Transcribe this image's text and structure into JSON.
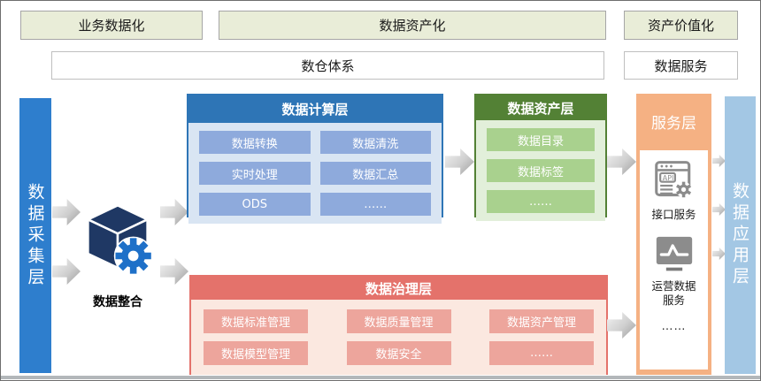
{
  "top_bar": {
    "stages": [
      {
        "label": "业务数据化"
      },
      {
        "label": "数据资产化"
      },
      {
        "label": "资产价值化"
      }
    ],
    "systems": [
      {
        "label": "数仓体系"
      },
      {
        "label": "数据服务"
      }
    ]
  },
  "left_bar": {
    "label": "数据采集层"
  },
  "right_bar": {
    "label": "数据应用层"
  },
  "integration": {
    "icon": "cube-gear-icon",
    "label": "数据整合"
  },
  "compute_layer": {
    "title": "数据计算层",
    "items": [
      "数据转换",
      "数据清洗",
      "实时处理",
      "数据汇总",
      "ODS",
      "……"
    ]
  },
  "asset_layer": {
    "title": "数据资产层",
    "items": [
      "数据目录",
      "数据标签",
      "……"
    ]
  },
  "governance_layer": {
    "title": "数据治理层",
    "items": [
      "数据标准管理",
      "数据质量管理",
      "数据资产管理",
      "数据模型管理",
      "数据安全",
      "……"
    ]
  },
  "service_layer": {
    "title": "服务层",
    "items": [
      {
        "icon": "api-browser-icon",
        "label": "接口服务"
      },
      {
        "icon": "monitor-chart-icon",
        "label": "运营数据服务"
      },
      {
        "icon": "",
        "label": "……"
      }
    ]
  },
  "colors": {
    "stage_green": "#E9EDD8",
    "bar_blue": "#2E7ECD",
    "bar_light_blue": "#A3C7E4",
    "compute_header": "#2E75B6",
    "compute_body": "#D9E5F3",
    "compute_cell": "#8EAADC",
    "asset_header": "#538135",
    "asset_body": "#E2EFDA",
    "asset_cell": "#A9D18E",
    "governance_header": "#E4726B",
    "governance_body": "#FBE8E0",
    "governance_cell": "#EDA59C",
    "service_orange": "#F5B183",
    "cube_navy": "#1F3864",
    "gear_blue": "#1E70C8"
  }
}
